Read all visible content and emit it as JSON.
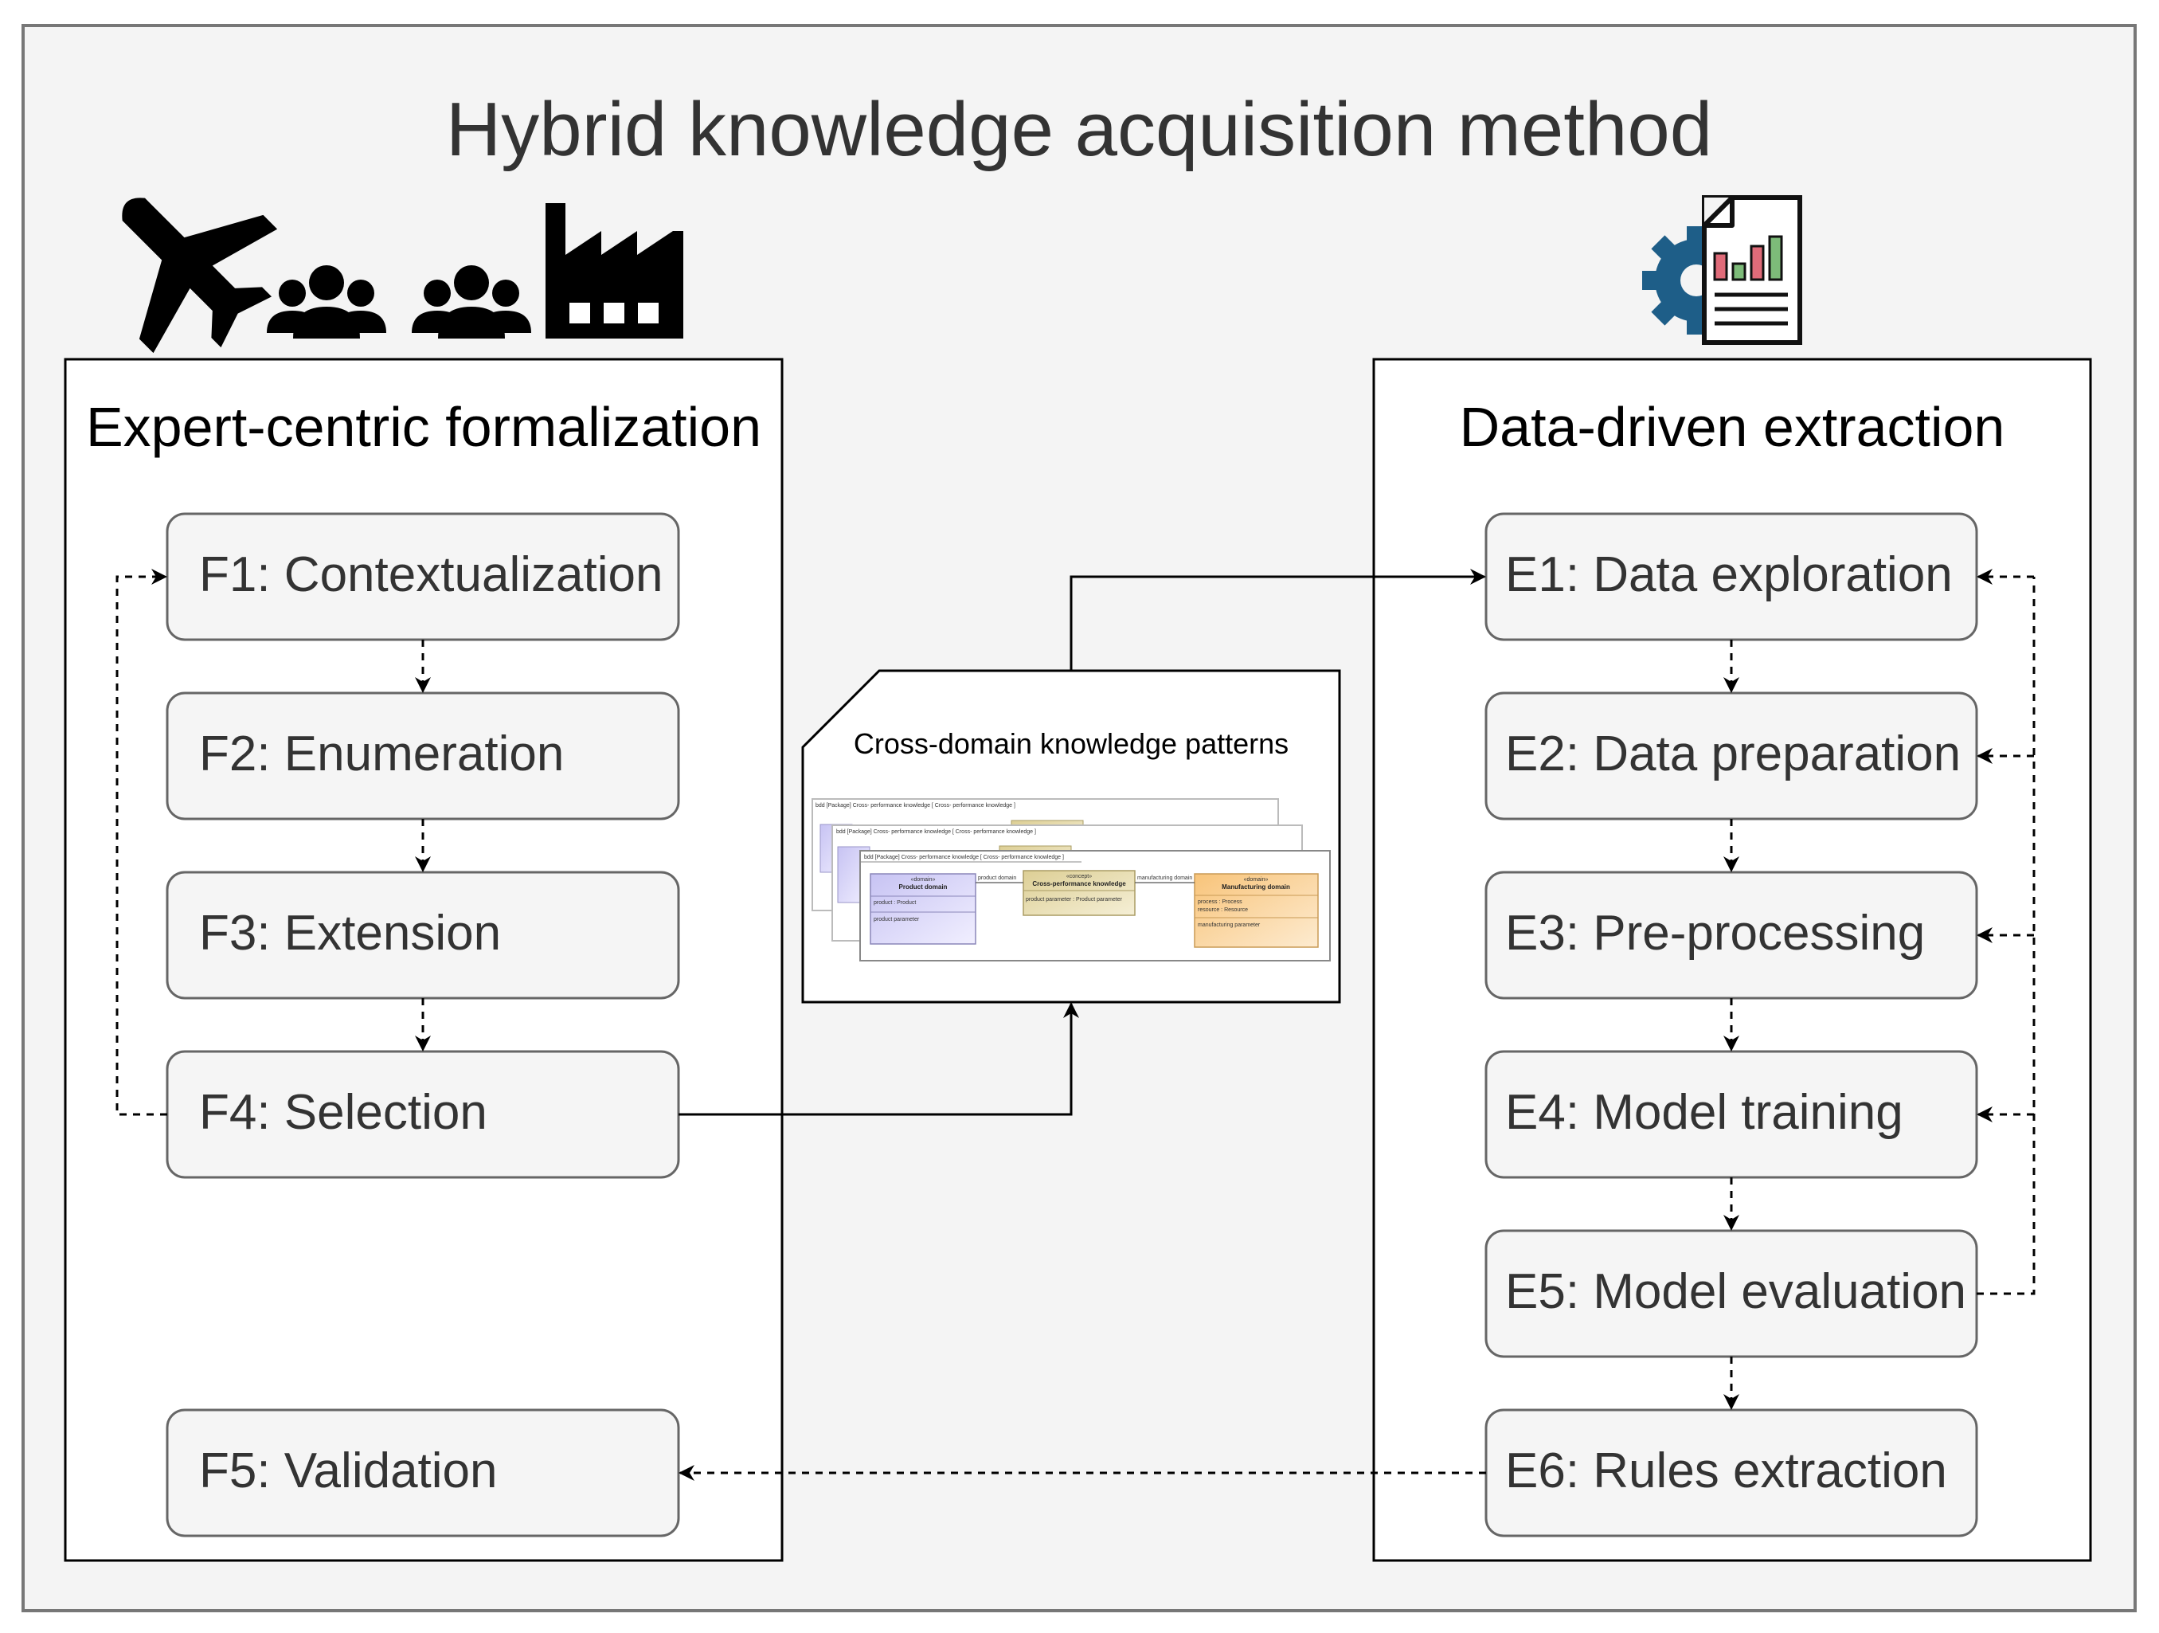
{
  "title": "Hybrid knowledge acquisition method",
  "icons": {
    "left": [
      "airplane-icon",
      "team-icon",
      "team-icon",
      "factory-icon"
    ],
    "right": [
      "report-gear-icon"
    ]
  },
  "left_panel": {
    "title": "Expert-centric formalization",
    "steps": [
      "F1: Contextualization",
      "F2: Enumeration",
      "F3: Extension",
      "F4: Selection",
      "F5: Validation"
    ]
  },
  "right_panel": {
    "title": "Data-driven extraction",
    "steps": [
      "E1: Data exploration",
      "E2: Data preparation",
      "E3: Pre-processing",
      "E4: Model training",
      "E5: Model evaluation",
      "E6: Rules extraction"
    ]
  },
  "center": {
    "title": "Cross-domain knowledge patterns",
    "thumbnail": {
      "header": "bdd [Package] Cross- performance knowledge [ Cross- performance knowledge ]",
      "blocks": [
        "Product domain",
        "Cross-performance knowledge",
        "Manufacturing domain"
      ],
      "stereotypes": [
        "«domain»",
        "«concept»",
        "«domain»"
      ],
      "edge_labels": [
        "product domain",
        "manufacturing domain"
      ],
      "attributes": [
        "product : Product",
        "product parameter",
        "process : Process",
        "resource : Resource",
        "manufacturing parameter",
        "product parameter : Product parameter"
      ]
    }
  },
  "colors": {
    "outer_bg": "#f4f4f4",
    "step_fill": "#f5f5f5",
    "step_stroke": "#666666",
    "product_block": "#dcd9f7",
    "knowledge_block": "#e9dfb4",
    "manufacturing_block": "#fbdcaa",
    "chart_red": "#e06b79",
    "chart_green": "#7dbb79",
    "gear_blue": "#1e5e88"
  }
}
